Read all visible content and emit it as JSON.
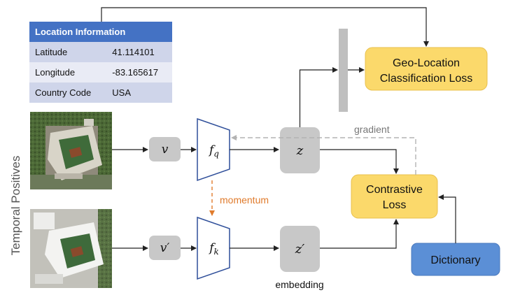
{
  "table": {
    "title": "Location Information",
    "rows": [
      {
        "label": "Latitude",
        "value": "41.114101"
      },
      {
        "label": "Longitude",
        "value": "-83.165617"
      },
      {
        "label": "Country Code",
        "value": "USA"
      }
    ]
  },
  "side_label": "Temporal Positives",
  "nodes": {
    "v": "v",
    "v_prime": "v′",
    "f_q": "f",
    "f_q_sub": "q",
    "f_k": "f",
    "f_k_sub": "k",
    "z": "z",
    "z_prime": "z′",
    "geo_loss_line1": "Geo-Location",
    "geo_loss_line2": "Classification Loss",
    "contrastive_line1": "Contrastive",
    "contrastive_line2": "Loss",
    "dictionary": "Dictionary"
  },
  "labels": {
    "gradient": "gradient",
    "momentum": "momentum",
    "embedding": "embedding"
  },
  "colors": {
    "table_header": "#4472c4",
    "table_row_dark": "#cfd5ea",
    "table_row_light": "#e9ebf5",
    "loss_box": "#fbd96b",
    "loss_border": "#e8c04e",
    "dictionary_box": "#5b8fd6",
    "encoder_stroke": "#2f4f9a",
    "gray_box": "#c8c8c8",
    "momentum_arrow": "#e07b2c",
    "gradient_arrow": "#b3b3b3"
  }
}
